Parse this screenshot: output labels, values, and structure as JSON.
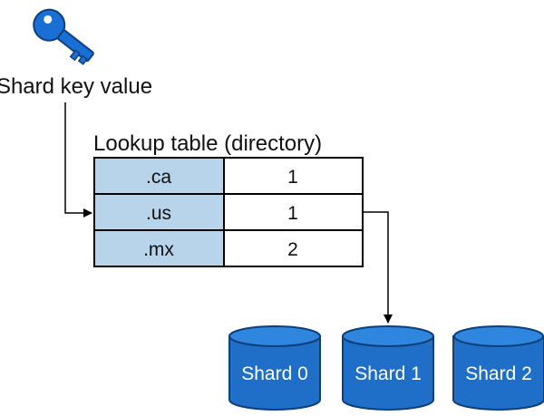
{
  "key_label": "Shard key value",
  "table": {
    "title": "Lookup table (directory)",
    "rows": [
      {
        "key": ".ca",
        "shard": "1"
      },
      {
        "key": ".us",
        "shard": "1"
      },
      {
        "key": ".mx",
        "shard": "2"
      }
    ]
  },
  "shards": [
    {
      "label": "Shard 0"
    },
    {
      "label": "Shard 1"
    },
    {
      "label": "Shard 2"
    }
  ],
  "colors": {
    "key_icon": "#1a6fd6",
    "key_cell": "#b8d4ea",
    "cylinder_body": "#1f6fc9",
    "cylinder_top": "#2f86df",
    "cylinder_rim": "#0d3f7a",
    "line": "#000000"
  }
}
